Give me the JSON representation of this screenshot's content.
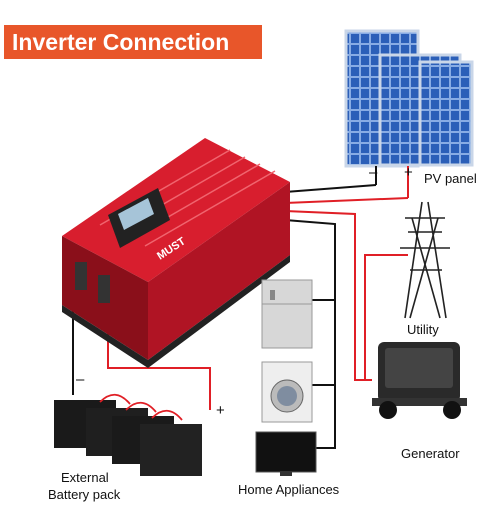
{
  "title": "Inverter Connection",
  "components": {
    "pv_panel": {
      "label": "PV panel",
      "minus": "–",
      "plus": "+",
      "icon": "solar-panel-icon"
    },
    "utility": {
      "label": "Utility",
      "icon": "power-tower-icon"
    },
    "generator": {
      "label": "Generator",
      "icon": "generator-icon"
    },
    "battery": {
      "label_line1": "External",
      "label_line2": "Battery pack",
      "minus": "–",
      "plus": "+",
      "icon": "battery-icon"
    },
    "appliances": {
      "label": "Home Appliances",
      "icons": [
        "refrigerator-icon",
        "washing-machine-icon",
        "television-icon"
      ]
    },
    "inverter": {
      "brand": "MUST",
      "icon": "inverter-icon"
    }
  },
  "colors": {
    "accent": "#e8562a",
    "inverter_red": "#c8102e",
    "wire_red": "#e01f26",
    "wire_black": "#111111",
    "solar_blue": "#2b5fb8"
  }
}
